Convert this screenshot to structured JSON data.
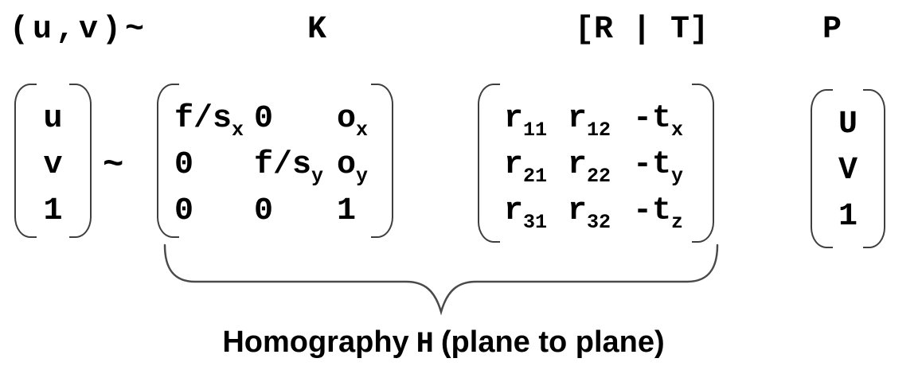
{
  "labels": {
    "uv": "(u,v)~",
    "k": "K",
    "rt": "[R | T]",
    "p": "P"
  },
  "tilde": "~",
  "vectors": {
    "uv1": [
      "u",
      "v",
      "1"
    ],
    "p": [
      "U",
      "V",
      "1"
    ]
  },
  "matrices": {
    "k": {
      "cells": [
        [
          {
            "b": "f/s",
            "s": "x"
          },
          {
            "b": "0",
            "s": ""
          },
          {
            "b": "o",
            "s": "x"
          }
        ],
        [
          {
            "b": "0",
            "s": ""
          },
          {
            "b": "f/s",
            "s": "y"
          },
          {
            "b": "o",
            "s": "y"
          }
        ],
        [
          {
            "b": "0",
            "s": ""
          },
          {
            "b": "0",
            "s": ""
          },
          {
            "b": "1",
            "s": ""
          }
        ]
      ]
    },
    "rt": {
      "cells": [
        [
          {
            "b": "r",
            "s": "11"
          },
          {
            "b": "r",
            "s": "12"
          },
          {
            "b": "-t",
            "s": "x"
          }
        ],
        [
          {
            "b": "r",
            "s": "21"
          },
          {
            "b": "r",
            "s": "22"
          },
          {
            "b": "-t",
            "s": "y"
          }
        ],
        [
          {
            "b": "r",
            "s": "31"
          },
          {
            "b": "r",
            "s": "32"
          },
          {
            "b": "-t",
            "s": "z"
          }
        ]
      ]
    }
  },
  "caption": {
    "prefix": "Homography",
    "h": "H",
    "suffix": "(plane to plane)"
  },
  "colors": {
    "text": "#000000",
    "bracket": "#3f3f3f",
    "brace": "#4a4a4a",
    "background": "#ffffff"
  }
}
